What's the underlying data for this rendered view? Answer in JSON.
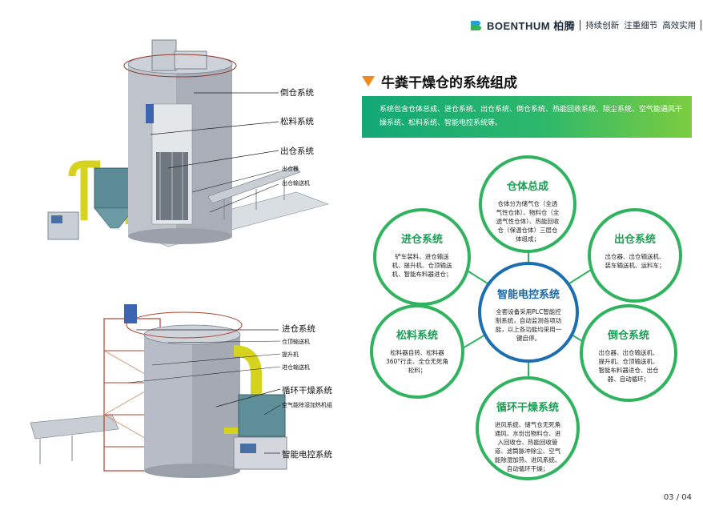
{
  "header": {
    "logo_text": "BOENTHUM",
    "logo_cn": "柏腾",
    "slogans": [
      "持续创新",
      "注重细节",
      "高效实用"
    ]
  },
  "title": "牛粪干燥仓的系统组成",
  "intro": "系统包含仓体总成、进仓系统、出仓系统、倒仓系统、热能回收系统、除尘系统、空气能通风干燥系统、松料系统、智能电控系统等。",
  "diagram": {
    "center": {
      "title": "智能电控系统",
      "desc": "全套设备采用PLC智能控制系统，自动监测各项功能，以上各功能均采用一键启停。"
    },
    "nodes": [
      {
        "title": "仓体总成",
        "desc": "仓体分为储气仓（全透气性仓体）、物料仓（全透气性仓体）、热能回收仓（保温仓体）三层仓体组成；"
      },
      {
        "title": "出仓系统",
        "desc": "出仓器、出仓输送机、装车输送机、运料车；"
      },
      {
        "title": "倒仓系统",
        "desc": "出仓器、出仓输送机、提升机、仓顶输送机、智能布料器进仓、出仓器、自动循环；"
      },
      {
        "title": "循环干燥系统",
        "desc": "进风系统、储气仓无死角通风、水份出物料仓、进入回收仓、热能回收管道、滤筒脉冲除尘、空气能除湿加热、进风系统、自动循环干燥；"
      },
      {
        "title": "松料系统",
        "desc": "松料器自转、松料器360°行走、全仓无死角松料；"
      },
      {
        "title": "进仓系统",
        "desc": "铲车装料、进仓输送机、提升机、仓顶输送机、智能布料器进仓；"
      }
    ]
  },
  "top_labels": {
    "l1": "倒仓系统",
    "l2": "松料系统",
    "l3": "出仓系统",
    "l4": "出仓器",
    "l5": "出仓输送机"
  },
  "bottom_labels": {
    "l1": "进仓系统",
    "l2": "仓顶输送机",
    "l3": "提升机",
    "l4": "进仓输送机",
    "l5": "循环干燥系统",
    "l6": "空气能除湿加热机组",
    "l7": "智能电控系统"
  },
  "page": "03 / 04",
  "colors": {
    "green": "#2fb35f",
    "blue": "#1b6fb0",
    "orange": "#f08a1c"
  }
}
